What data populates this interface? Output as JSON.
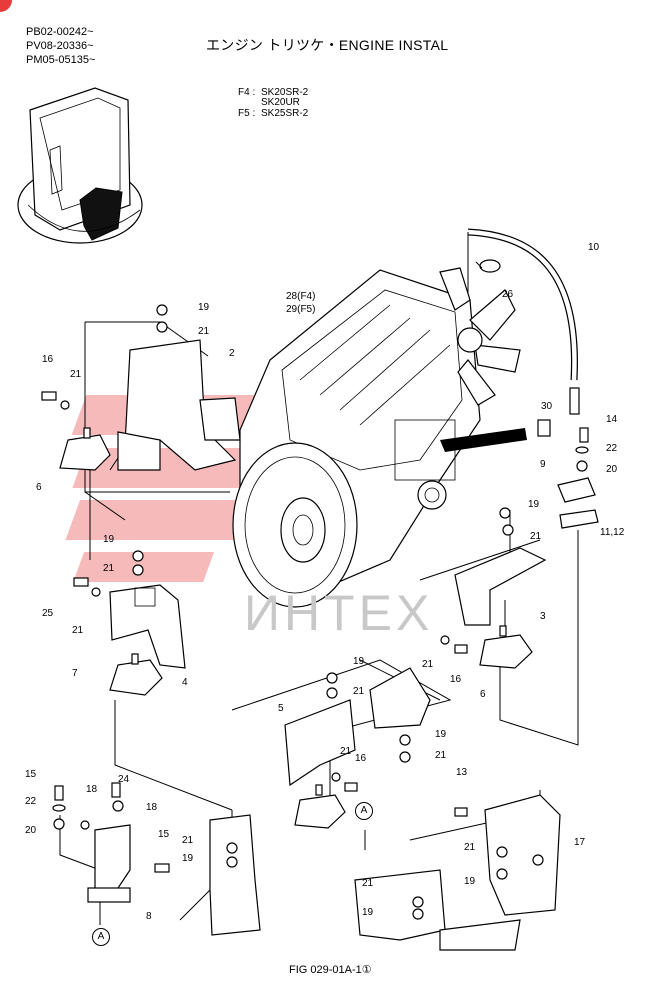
{
  "serials": [
    "PB02-00242~",
    "PV08-20336~",
    "PM05-05135~"
  ],
  "title": "エンジン トリツケ・ENGINE INSTAL",
  "models": [
    {
      "code": "F4 :",
      "names": [
        "SK20SR-2",
        "SK20UR"
      ]
    },
    {
      "code": "F5 :",
      "names": [
        "SK25SR-2"
      ]
    }
  ],
  "engine_label": [
    "28(F4)",
    "29(F5)"
  ],
  "callouts": [
    "10",
    "26",
    "19",
    "21",
    "2",
    "16",
    "21",
    "6",
    "30",
    "14",
    "22",
    "20",
    "9",
    "11,12",
    "19",
    "21",
    "19",
    "21",
    "25",
    "21",
    "4",
    "7",
    "3",
    "21",
    "16",
    "6",
    "19",
    "21",
    "5",
    "21",
    "19",
    "21",
    "16",
    "13",
    "15",
    "24",
    "22",
    "18",
    "18",
    "20",
    "15",
    "21",
    "19",
    "8",
    "17",
    "21",
    "19",
    "21",
    "19"
  ],
  "circle_marks": [
    "A",
    "A"
  ],
  "watermark": "ИНТЕХ",
  "figure_number": "FIG 029-01A-1①",
  "colors": {
    "line": "#000000",
    "watermark_red": "#e83c3c",
    "watermark_gray": "#c8c8c8"
  }
}
